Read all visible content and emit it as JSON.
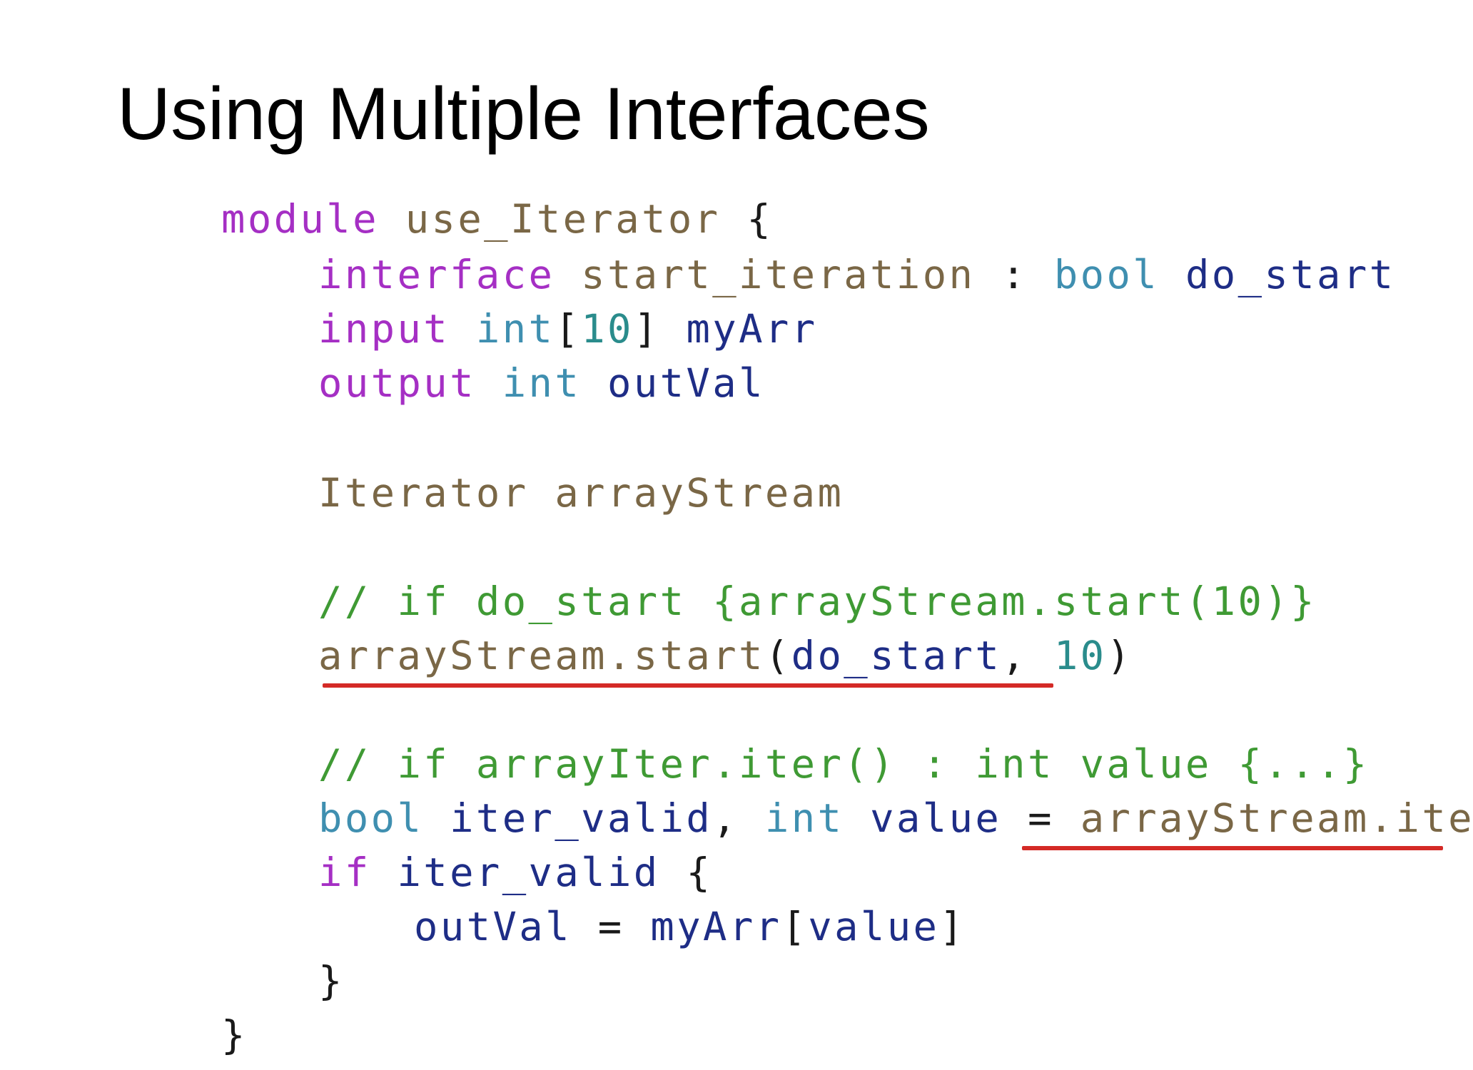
{
  "slide": {
    "title": "Using Multiple Interfaces"
  },
  "code": {
    "line1": {
      "kw_module": "module",
      "name": "use_Iterator",
      "brace": "{"
    },
    "line2": {
      "kw_interface": "interface",
      "name": "start_iteration",
      "colon": ":",
      "type": "bool",
      "arg": "do_start"
    },
    "line3": {
      "kw_input": "input",
      "type": "int",
      "lbracket": "[",
      "size": "10",
      "rbracket": "]",
      "name": "myArr"
    },
    "line4": {
      "kw_output": "output",
      "type": "int",
      "name": "outVal"
    },
    "line5": {
      "type": "Iterator",
      "name": "arrayStream"
    },
    "line6": {
      "comment": "// if do_start {arrayStream.start(10)}"
    },
    "line7": {
      "call": "arrayStream.start",
      "lparen": "(",
      "arg": "do_start",
      "comma": ",",
      "num": "10",
      "rparen": ")"
    },
    "line8": {
      "comment": "// if arrayIter.iter() : int value {...}"
    },
    "line9": {
      "type_bool": "bool",
      "var1": "iter_valid",
      "comma": ",",
      "type_int": "int",
      "var2": "value",
      "eq": "=",
      "call": "arrayStream.iter",
      "parens": "()"
    },
    "line10": {
      "kw_if": "if",
      "cond": "iter_valid",
      "brace": "{"
    },
    "line11": {
      "lhs": "outVal",
      "eq": "=",
      "arr": "myArr",
      "lbracket": "[",
      "idx": "value",
      "rbracket": "]"
    },
    "line12": {
      "brace": "}"
    },
    "line13": {
      "brace": "}"
    }
  },
  "colors": {
    "keyword": "#a52fc4",
    "type": "#3f8fb0",
    "identifier": "#1e2d86",
    "user_type": "#7a6746",
    "number": "#2a8c8c",
    "comment": "#3f9a34",
    "underline": "#d42a26"
  }
}
